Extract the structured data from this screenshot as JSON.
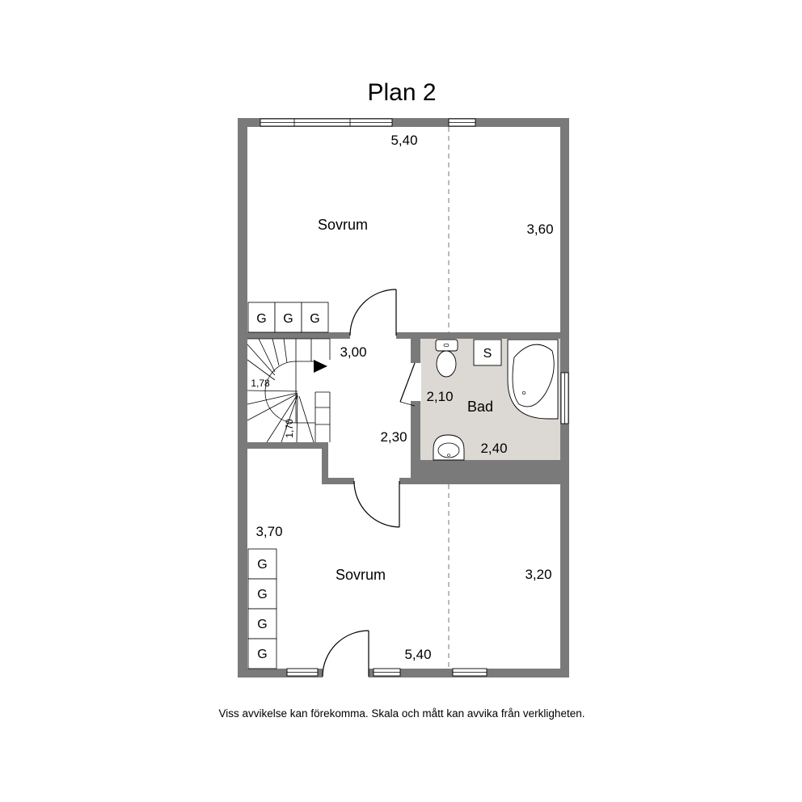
{
  "title": "Plan 2",
  "footer_note": "Viss avvikelse kan förekomma. Skala och mått kan avvika från verkligheten.",
  "rooms": {
    "top_bedroom": "Sovrum",
    "bottom_bedroom": "Sovrum",
    "bathroom": "Bad"
  },
  "dimensions": {
    "top_width": "5,40",
    "top_depth": "3,60",
    "hall_width": "3,00",
    "hall_depth": "2,30",
    "bath_depth": "2,10",
    "bath_width": "2,40",
    "bottom_width": "5,40",
    "bottom_depth": "3,20",
    "bottom_left": "3,70",
    "stair_a": "1,78",
    "stair_b": "1,70"
  },
  "labels": {
    "wardrobe": "G",
    "sink_cabinet": "S"
  },
  "colors": {
    "wall": "#7a7a7a",
    "bath_floor": "#dcd9d5"
  }
}
